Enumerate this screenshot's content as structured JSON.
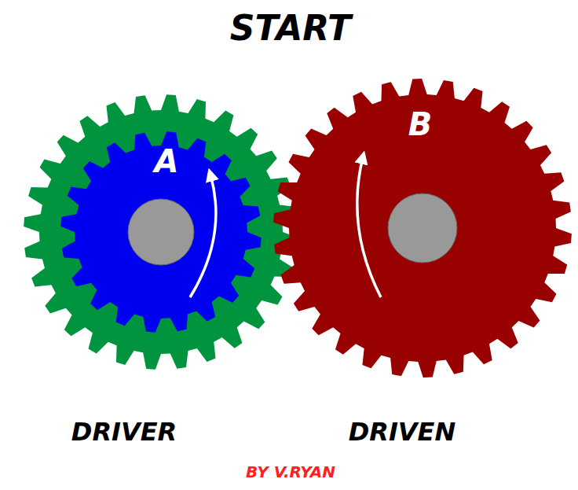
{
  "diagram": {
    "title": "START",
    "nodes": [
      {
        "text": [
          "A"
        ]
      },
      {
        "text": [
          "B"
        ]
      }
    ],
    "labels": [
      "DRIVER",
      "DRIVEN",
      "BY V.RYAN"
    ]
  }
}
